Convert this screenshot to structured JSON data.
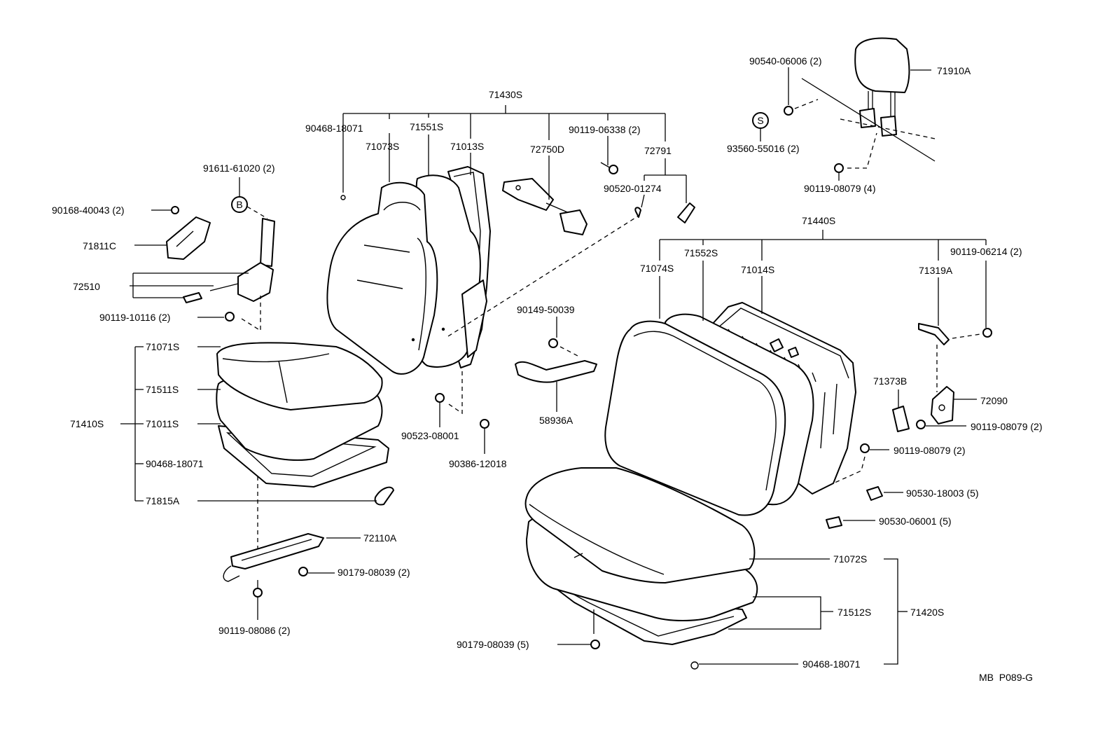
{
  "labels": {
    "p71430S": "71430S",
    "p90468_18071_a": "90468-18071",
    "p71551S": "71551S",
    "p71073S": "71073S",
    "p71013S": "71013S",
    "p72750D": "72750D",
    "p90119_06338": "90119-06338 (2)",
    "p72791": "72791",
    "p90520_01274": "90520-01274",
    "p91611_61020": "91611-61020 (2)",
    "p90168_40043": "90168-40043 (2)",
    "p71811C": "71811C",
    "p72510": "72510",
    "p90119_10116": "90119-10116 (2)",
    "p71071S": "71071S",
    "p71511S": "71511S",
    "p71410S": "71410S",
    "p71011S": "71011S",
    "p90468_18071_b": "90468-18071",
    "p71815A": "71815A",
    "p72110A": "72110A",
    "p90179_08039_a": "90179-08039 (2)",
    "p90119_08086": "90119-08086 (2)",
    "p90523_08001": "90523-08001",
    "p90386_12018": "90386-12018",
    "p90149_50039": "90149-50039",
    "p58936A": "58936A",
    "p90540_06006": "90540-06006 (2)",
    "p71910A": "71910A",
    "p93560_55016": "93560-55016 (2)",
    "p90119_08079_4": "90119-08079 (4)",
    "p71440S": "71440S",
    "p71552S": "71552S",
    "p71074S": "71074S",
    "p71014S": "71014S",
    "p90119_06214": "90119-06214 (2)",
    "p71319A": "71319A",
    "p71373B": "71373B",
    "p72090": "72090",
    "p90119_08079_a": "90119-08079 (2)",
    "p90119_08079_b": "90119-08079 (2)",
    "p90530_18003": "90530-18003 (5)",
    "p90530_06001": "90530-06001 (5)",
    "p71072S": "71072S",
    "p71512S": "71512S",
    "p71420S": "71420S",
    "p90179_08039_b": "90179-08039 (5)",
    "p90468_18071_c": "90468-18071",
    "ref_code": "MB  P089-G",
    "marker_b": "B",
    "marker_s": "S"
  }
}
